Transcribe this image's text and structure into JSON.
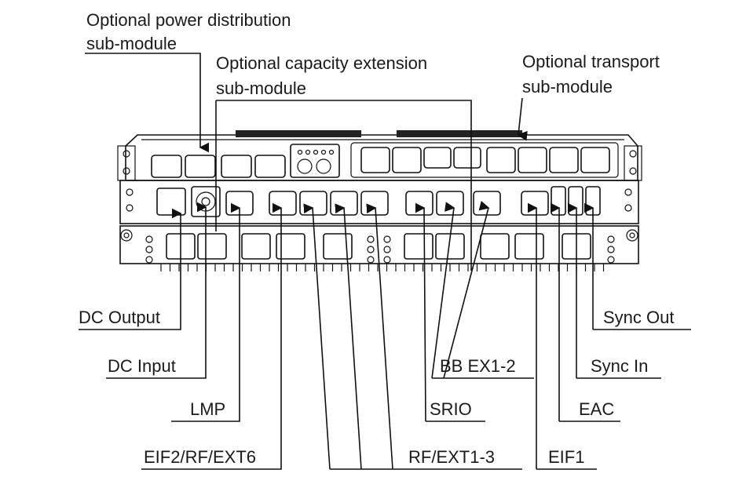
{
  "callouts": {
    "power": {
      "line1": "Optional power distribution",
      "line2": "sub-module"
    },
    "capacity": {
      "line1": "Optional capacity extension",
      "line2": "sub-module"
    },
    "transport": {
      "line1": "Optional transport",
      "line2": "sub-module"
    }
  },
  "ports": {
    "dc_output": "DC Output",
    "dc_input": "DC Input",
    "lmp": "LMP",
    "eif2": "EIF2/RF/EXT6",
    "rf_ext": "RF/EXT1-3",
    "srio": "SRIO",
    "bb_ex": "BB EX1-2",
    "eif1": "EIF1",
    "eac": "EAC",
    "sync_in": "Sync In",
    "sync_out": "Sync Out"
  },
  "colors": {
    "line": "#111111",
    "text": "#1a1a1a",
    "background": "#ffffff"
  }
}
